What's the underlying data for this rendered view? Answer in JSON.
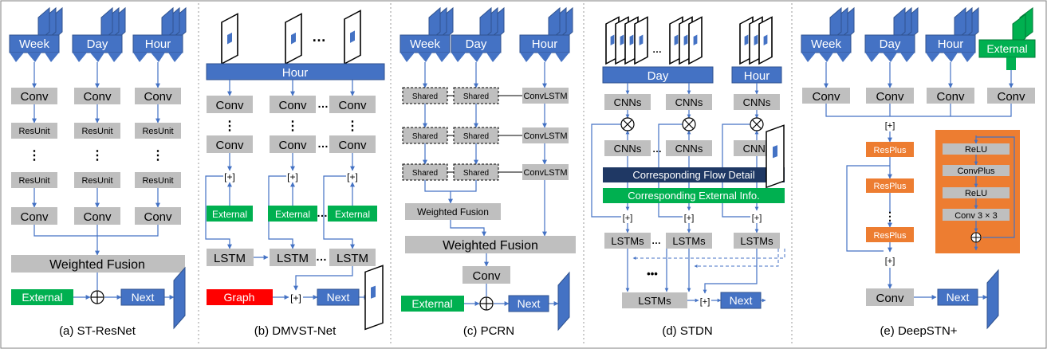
{
  "colors": {
    "blue": "#4472C4",
    "blue_edge": "#2F528F",
    "gray": "#BFBFBF",
    "green": "#00B050",
    "red": "#FF0000",
    "orange": "#ED7D31",
    "navy": "#1F3864",
    "line": "#4472C4"
  },
  "a": {
    "caption": "(a) ST-ResNet",
    "inputs": [
      "Week",
      "Day",
      "Hour"
    ],
    "conv": "Conv",
    "resunit": "ResUnit",
    "vdots": "⋮",
    "fusion": "Weighted Fusion",
    "external": "External",
    "next": "Next"
  },
  "b": {
    "caption": "(b) DMVST-Net",
    "hdots": "…",
    "hour": "Hour",
    "conv": "Conv",
    "vdots": "⋮",
    "external": "External",
    "lstm": "LSTM",
    "graph": "Graph",
    "next": "Next"
  },
  "c": {
    "caption": "(c) PCRN",
    "inputs": [
      "Week",
      "Day",
      "Hour"
    ],
    "shared": "Shared",
    "convlstm": "ConvLSTM",
    "wf_small": "Weighted Fusion",
    "wf_big": "Weighted Fusion",
    "conv": "Conv",
    "external": "External",
    "next": "Next"
  },
  "d": {
    "caption": "(d) STDN",
    "day": "Day",
    "hour": "Hour",
    "cnns": "CNNs",
    "flow": "Corresponding Flow Detail",
    "ext": "Corresponding External Info.",
    "lstms": "LSTMs",
    "dots": "•••",
    "next": "Next"
  },
  "e": {
    "caption": "(e) DeepSTN+",
    "inputs": [
      "Week",
      "Day",
      "Hour"
    ],
    "external": "External",
    "conv": "Conv",
    "resplus": "ResPlus",
    "relu": "ReLU",
    "convplus": "ConvPlus",
    "conv33": "Conv 3 × 3",
    "next": "Next"
  }
}
